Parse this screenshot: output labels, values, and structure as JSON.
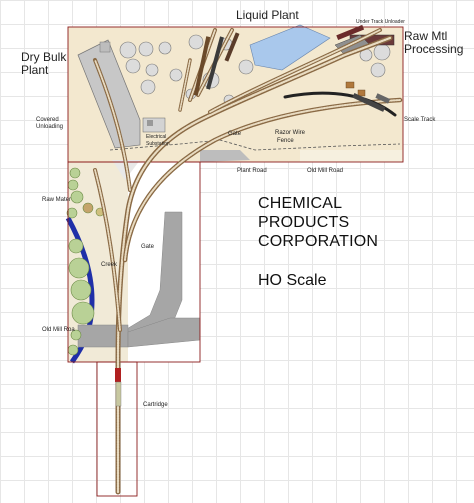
{
  "title": {
    "line1": "CHEMICAL",
    "line2": "PRODUCTS",
    "line3": "CORPORATION",
    "scale": "HO Scale"
  },
  "labels": {
    "liquid_plant": "Liquid Plant",
    "dry_bulk_1": "Dry Bulk",
    "dry_bulk_2": "Plant",
    "raw_mtl_1": "Raw Mtl",
    "raw_mtl_2": "Processing",
    "under_track_unloader": "Under Track Unloader",
    "covered_unloading_1": "Covered",
    "covered_unloading_2": "Unloading",
    "electrical_substation_1": "Electrical",
    "electrical_substation_2": "Substation",
    "gate_upper": "Gate",
    "razor_wire_1": "Razor Wire",
    "razor_wire_2": "Fence",
    "scale_track": "Scale Track",
    "plant_road": "Plant Road",
    "old_mill_road_right": "Old Mill Road",
    "raw_materials": "Raw Mater",
    "gate_lower": "Gate",
    "creek": "Creek",
    "old_mill_road_left": "Old Mill Roa",
    "cartridge": "Cartridge"
  },
  "colors": {
    "board_outline": "#8b1a1a",
    "water": "#a9c8ec",
    "creek": "#1f2fa8",
    "road": "#a6a6a6",
    "dirt": "#f3e8cf",
    "building": "#c7c7c7",
    "track_tie": "#8a6a45",
    "tree": "#b9d196"
  }
}
